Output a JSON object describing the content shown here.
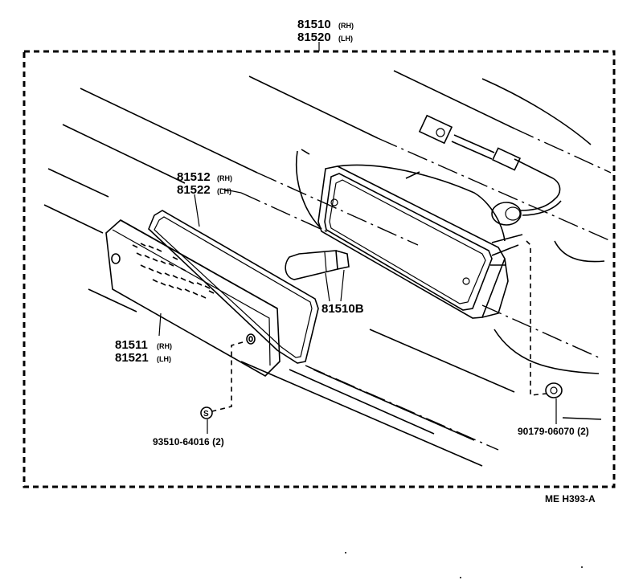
{
  "assembly": {
    "part_rh": "81510",
    "tag_rh": "(RH)",
    "part_lh": "81520",
    "tag_lh": "(LH)"
  },
  "gasket": {
    "part_rh": "81512",
    "tag_rh": "(RH)",
    "part_lh": "81522",
    "tag_lh": "(LH)"
  },
  "lens": {
    "part_rh": "81511",
    "tag_rh": "(RH)",
    "part_lh": "81521",
    "tag_lh": "(LH)"
  },
  "bulb": {
    "part": "81510B"
  },
  "screw": {
    "symbol": "S",
    "part": "93510-64016 (2)"
  },
  "nut": {
    "part": "90179-06070 (2)"
  },
  "reference": {
    "code": "ME  H393-A"
  }
}
